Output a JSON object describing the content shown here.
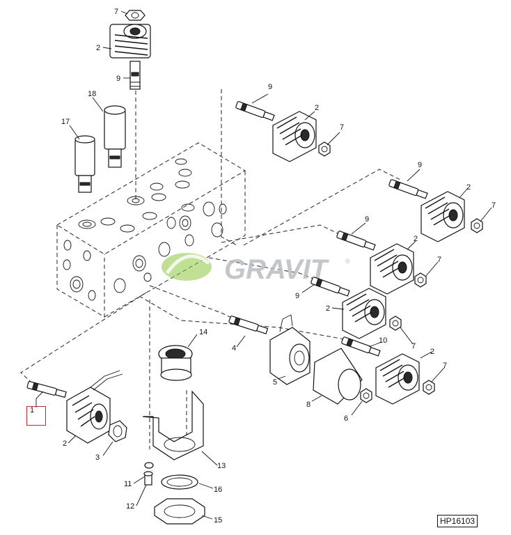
{
  "diagram": {
    "reference_code": "HP16103",
    "watermark": "GRAVIT",
    "watermark_mark": "®",
    "selected_callout": "1",
    "colors": {
      "watermark_green": "#8dc63f",
      "watermark_gray": "#b9bdc2",
      "selection_red": "#c0282d"
    },
    "callouts": {
      "c1": "1",
      "c2a": "2",
      "c2b": "2",
      "c2c": "2",
      "c2d": "2",
      "c2e": "2",
      "c2f": "2",
      "c2g": "2",
      "c3": "3",
      "c4": "4",
      "c5": "5",
      "c6": "6",
      "c7a": "7",
      "c7b": "7",
      "c7c": "7",
      "c7d": "7",
      "c7e": "7",
      "c7f": "7",
      "c8": "8",
      "c9a": "9",
      "c9b": "9",
      "c9c": "9",
      "c9d": "9",
      "c9e": "9",
      "c10": "10",
      "c11": "11",
      "c12": "12",
      "c13": "13",
      "c14": "14",
      "c15": "15",
      "c16": "16",
      "c17": "17",
      "c18": "18"
    }
  }
}
